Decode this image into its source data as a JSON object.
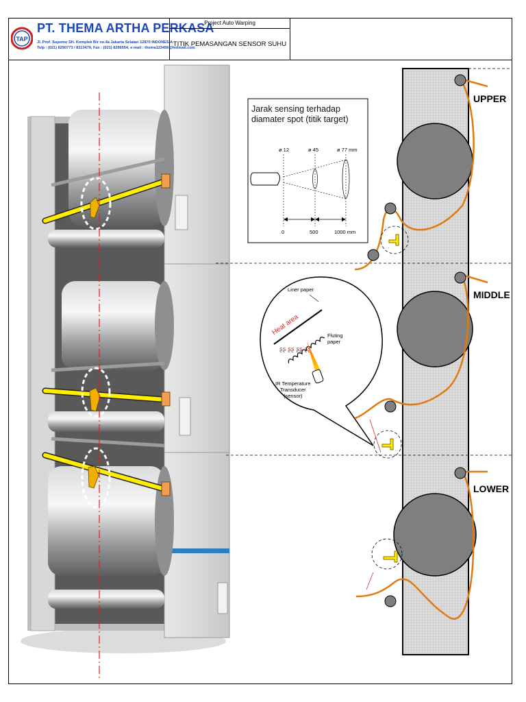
{
  "header": {
    "company": "PT. THEMA ARTHA PERKASA",
    "address_line1": "Jl. Prof. Supomo SH. Komplek Bir no.4a Jakarta Selatan 12870 INDONESIA",
    "address_line2": "Telp : (021) 8290773 / 8313479, Fax : (021) 8296554, e-mail : thema123456@hotmail.com",
    "project": "Project Auto Warping",
    "document_title": "TITIK PEMASANGAN SENSOR SUHU"
  },
  "spot_diagram": {
    "title_line1": "Jarak sensing terhadap",
    "title_line2": "diamater spot (titik target)",
    "spot_labels": [
      "ø 12",
      "ø 45",
      "ø 77 mm"
    ],
    "distance_labels": [
      "0",
      "500",
      "1000 mm"
    ]
  },
  "bubble": {
    "liner": "Liner paper",
    "heat": "Heat area",
    "fluting_line1": "Fluting",
    "fluting_line2": "paper",
    "sensor_line1": "IR Temperature",
    "sensor_line2": "Transducer",
    "sensor_line3": "(sensor)"
  },
  "zones": {
    "upper": "UPPER",
    "middle": "MIDDLE",
    "lower": "LOWER"
  },
  "colors": {
    "brand_blue": "#1d46b8",
    "rod_yellow": "#ffee00",
    "paper_orange": "#e07a10",
    "drum_gray": "#7f7f7f"
  }
}
